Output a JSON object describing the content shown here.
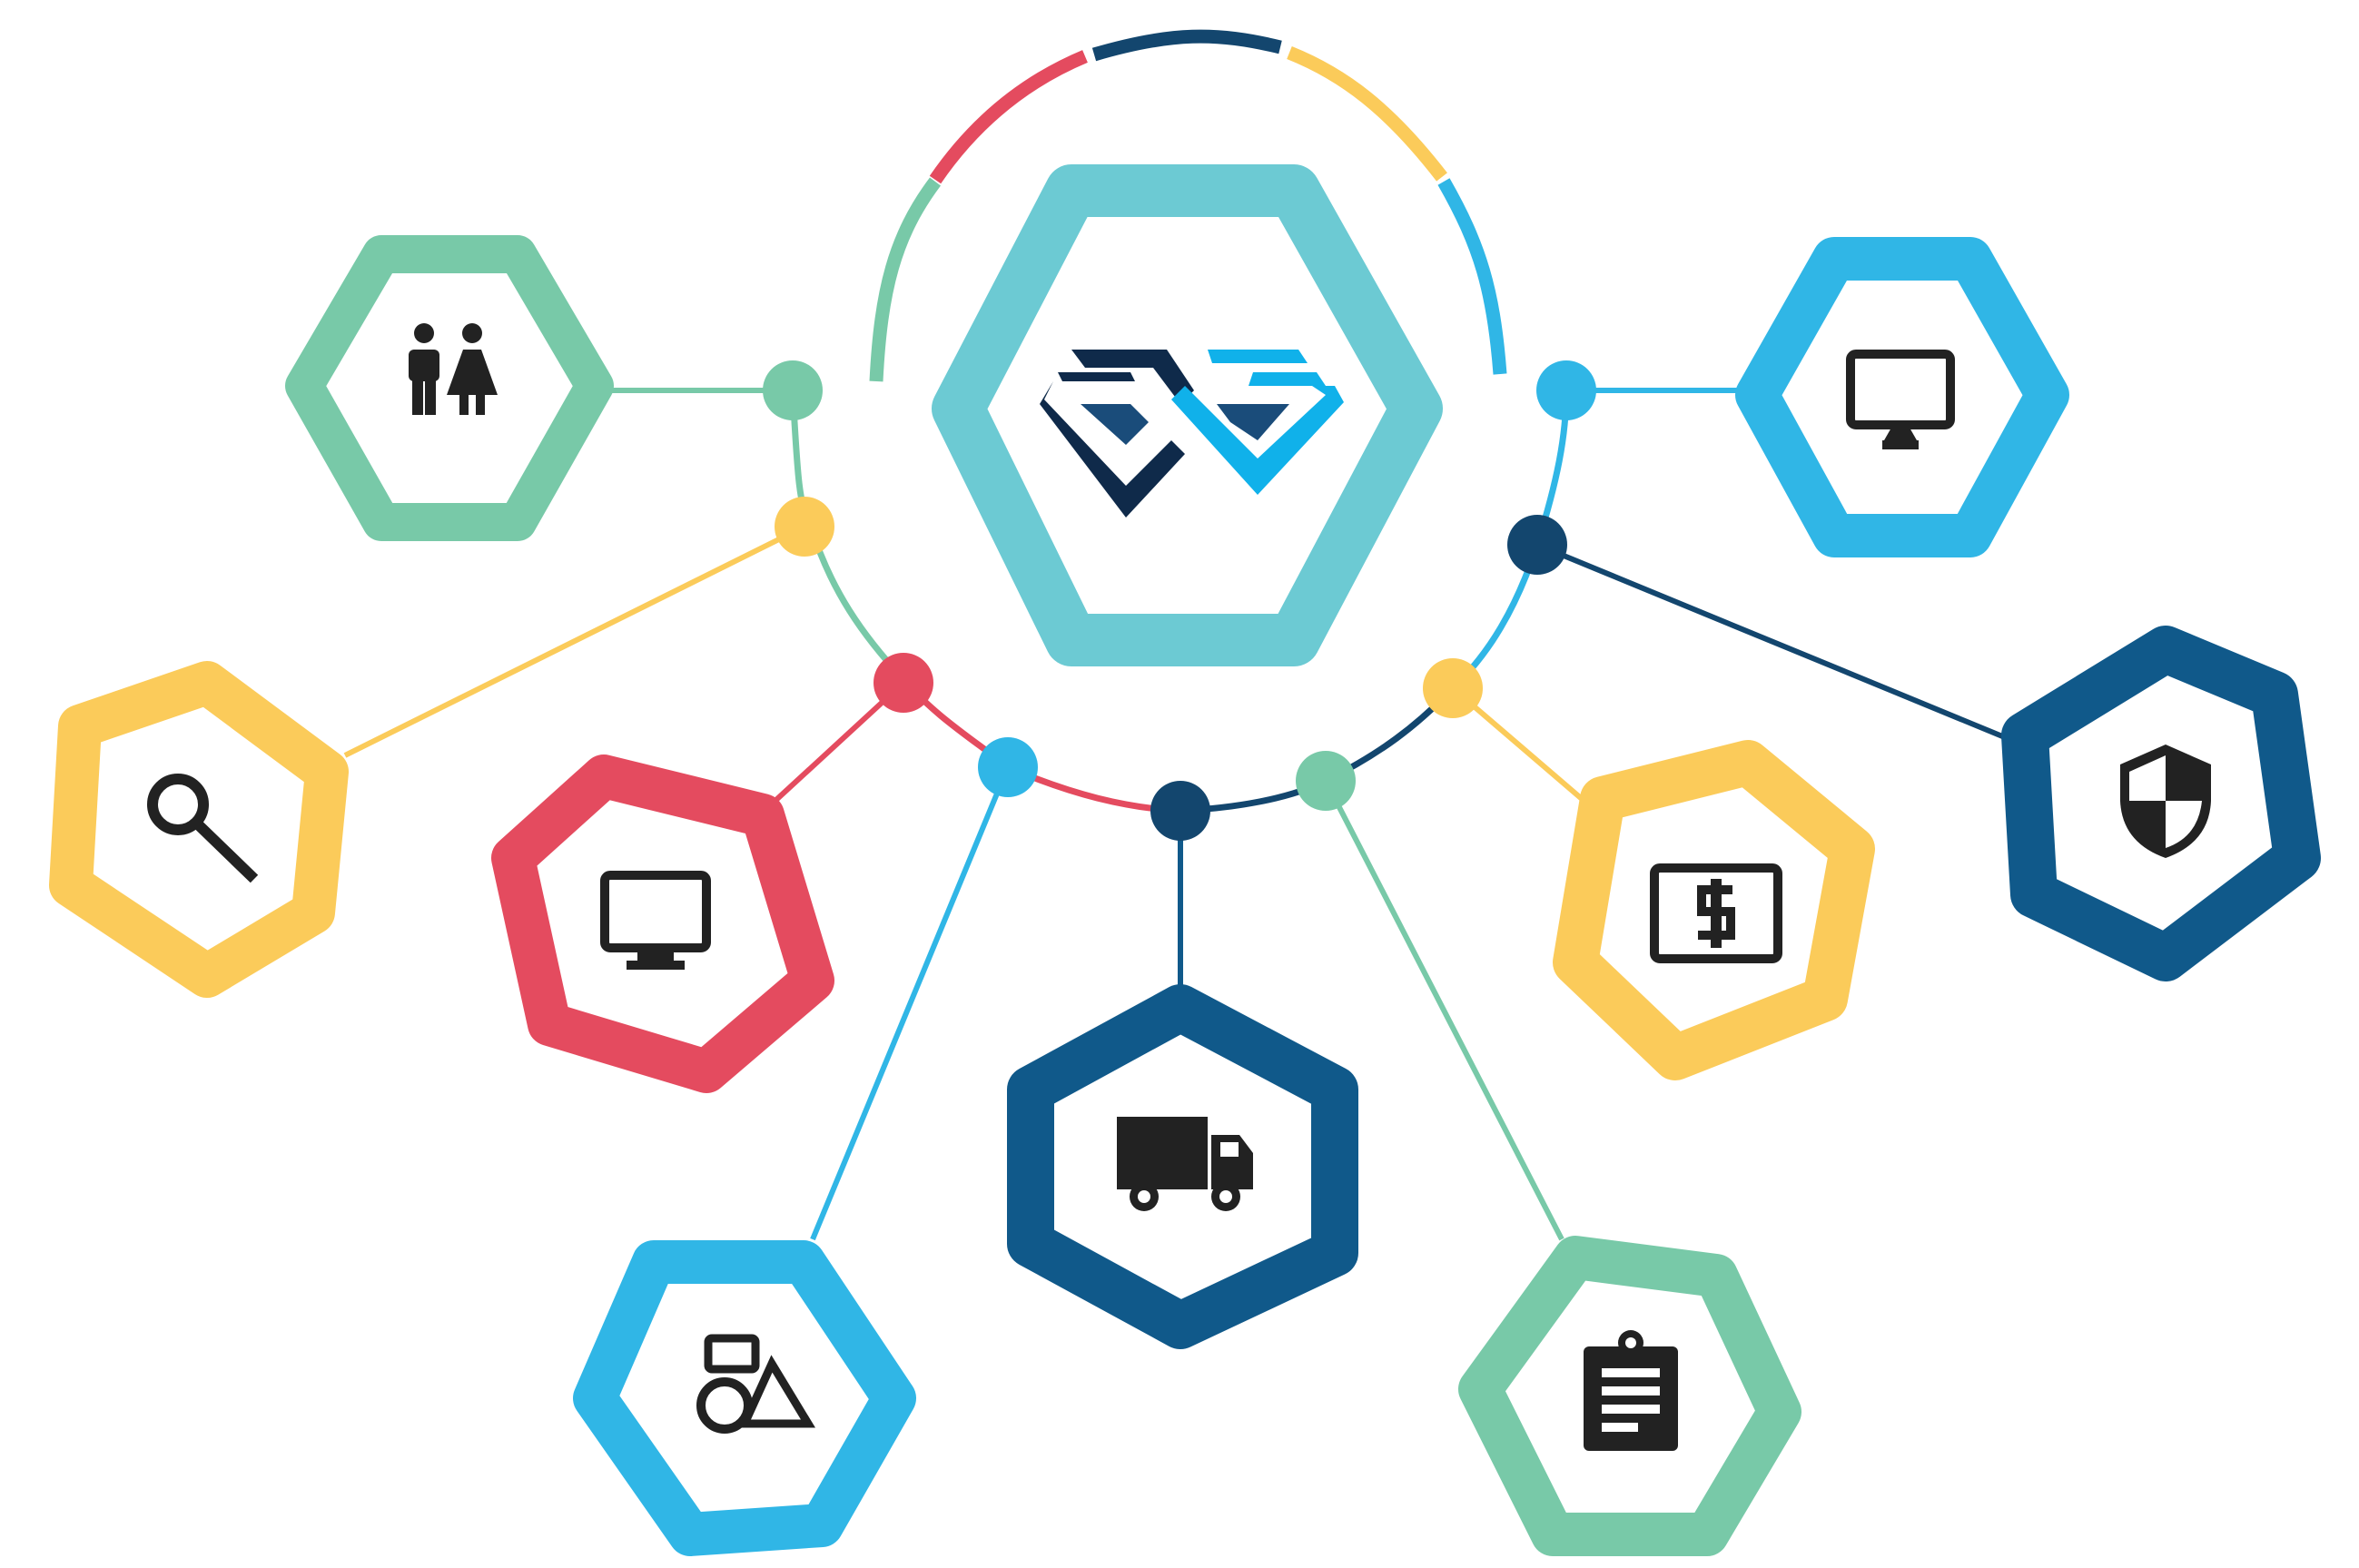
{
  "colors": {
    "teal": "#6ccad3",
    "green": "#78c9a8",
    "yellow": "#fbcb5a",
    "red": "#e44b5f",
    "sky": "#30b6e6",
    "navy": "#10598a",
    "darknavy": "#13466e",
    "icon": "#222222",
    "logo_dark": "#0f2a4a",
    "logo_light": "#10b1ea"
  },
  "hub": {
    "icon": "diamond-logo-icon"
  },
  "arc_segments": [
    {
      "color": "green"
    },
    {
      "color": "red"
    },
    {
      "color": "darknavy"
    },
    {
      "color": "yellow"
    },
    {
      "color": "sky"
    }
  ],
  "ring_segments": [
    {
      "color": "green"
    },
    {
      "color": "red"
    },
    {
      "color": "darknavy"
    },
    {
      "color": "green"
    },
    {
      "color": "sky"
    }
  ],
  "nodes": [
    {
      "id": "people",
      "icon": "people-icon",
      "color": "green"
    },
    {
      "id": "search",
      "icon": "search-icon",
      "color": "yellow"
    },
    {
      "id": "monitor-red",
      "icon": "monitor-icon",
      "color": "red"
    },
    {
      "id": "design",
      "icon": "design-tools-icon",
      "color": "sky"
    },
    {
      "id": "truck",
      "icon": "truck-icon",
      "color": "navy"
    },
    {
      "id": "clipboard",
      "icon": "clipboard-icon",
      "color": "green"
    },
    {
      "id": "money",
      "icon": "money-icon",
      "color": "yellow"
    },
    {
      "id": "shield",
      "icon": "shield-icon",
      "color": "navy"
    },
    {
      "id": "monitor-blue",
      "icon": "monitor-icon",
      "color": "sky"
    }
  ]
}
